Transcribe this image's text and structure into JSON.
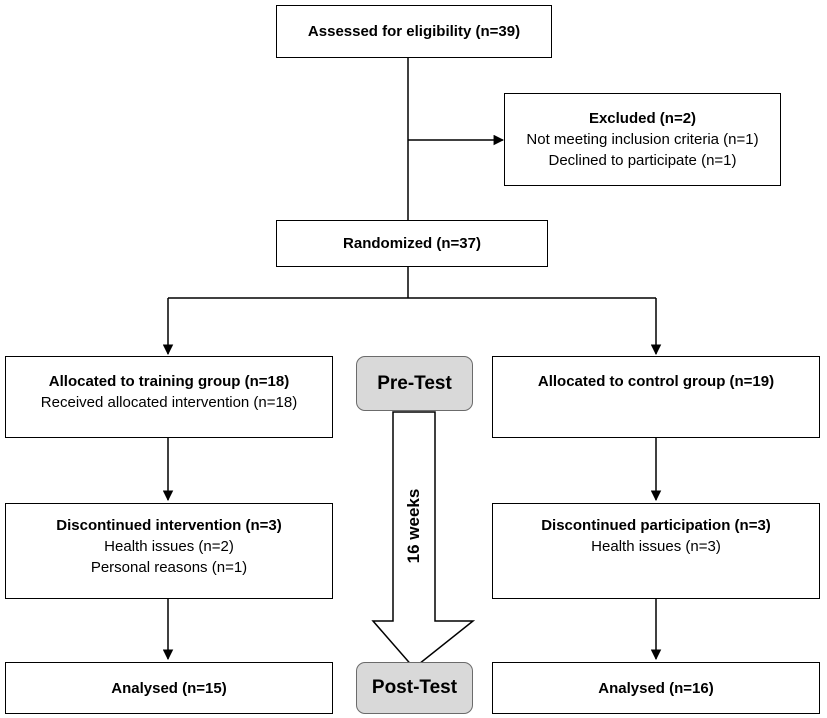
{
  "eligibility": {
    "text": "Assessed for eligibility  (n=39)"
  },
  "excluded": {
    "title": "Excluded (n=2)",
    "lines": [
      "Not meeting inclusion criteria (n=1)",
      "Declined to participate (n=1)"
    ]
  },
  "randomized": {
    "text": "Randomized (n=37)"
  },
  "training": {
    "title": "Allocated to training group (n=18)",
    "line": "Received allocated intervention (n=18)",
    "discontinued_title": "Discontinued intervention (n=3)",
    "discontinued_lines": [
      "Health issues (n=2)",
      "Personal reasons (n=1)"
    ],
    "analysed": "Analysed (n=15)"
  },
  "control": {
    "title": "Allocated to control group (n=19)",
    "discontinued_title": "Discontinued participation (n=3)",
    "discontinued_lines": [
      "Health issues (n=3)"
    ],
    "analysed": "Analysed (n=16)"
  },
  "timeline": {
    "pre_test": "Pre-Test",
    "duration": "16 weeks",
    "post_test": "Post-Test"
  }
}
